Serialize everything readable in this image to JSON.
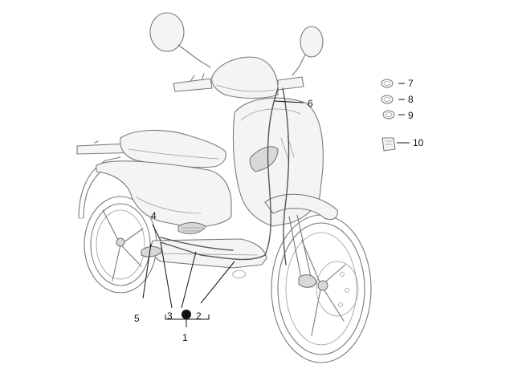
{
  "callouts": {
    "c1": "1",
    "c2": "2",
    "c3": "3",
    "c4": "4",
    "c5": "5",
    "c6": "6",
    "c7": "7",
    "c8": "8",
    "c9": "9",
    "c10": "10"
  },
  "colors": {
    "line": "#7a7a7a",
    "cable": "#555555",
    "leader": "#111111",
    "background": "#ffffff"
  }
}
